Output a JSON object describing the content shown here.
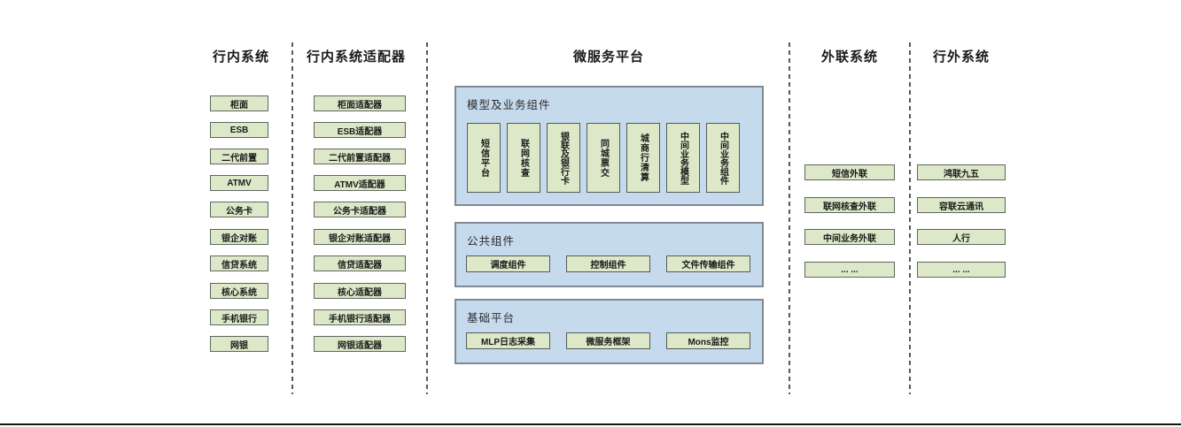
{
  "columns": {
    "internal": {
      "title": "行内系统",
      "items": [
        "柜面",
        "ESB",
        "二代前置",
        "ATMV",
        "公务卡",
        "银企对账",
        "信贷系统",
        "核心系统",
        "手机银行",
        "网银"
      ]
    },
    "adapters": {
      "title": "行内系统适配器",
      "items": [
        "柜面适配器",
        "ESB适配器",
        "二代前置适配器",
        "ATMV适配器",
        "公务卡适配器",
        "银企对账适配器",
        "信贷适配器",
        "核心适配器",
        "手机银行适配器",
        "网银适配器"
      ]
    },
    "platform": {
      "title": "微服务平台",
      "panels": {
        "model": {
          "title": "模型及业务组件",
          "items": [
            "短信平台",
            "联网核查",
            "银联及银行卡",
            "同城票交",
            "城商行清算",
            "中间业务模型",
            "中间业务组件"
          ]
        },
        "common": {
          "title": "公共组件",
          "items": [
            "调度组件",
            "控制组件",
            "文件传输组件"
          ]
        },
        "base": {
          "title": "基础平台",
          "items": [
            "MLP日志采集",
            "微服务框架",
            "Mons监控"
          ]
        }
      }
    },
    "outlink": {
      "title": "外联系统",
      "items": [
        "短信外联",
        "联网核查外联",
        "中间业务外联",
        "... ..."
      ]
    },
    "external": {
      "title": "行外系统",
      "items": [
        "鸿联九五",
        "容联云通讯",
        "人行",
        "... ..."
      ]
    }
  },
  "colors": {
    "box_fill_green": "#dce8c8",
    "box_border": "#5f6660",
    "panel_fill_blue": "#c6daee",
    "panel_border": "#7f8996",
    "divider_dash": "#595959",
    "bottom_rule": "#151515",
    "text": "#1a1a1a"
  }
}
